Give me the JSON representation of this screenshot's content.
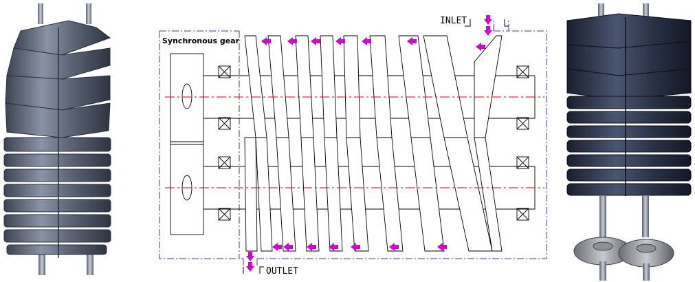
{
  "labels": {
    "inlet": "INLET",
    "outlet": "OUTLET",
    "gear": "Synchronous gear"
  },
  "colors": {
    "arrow": "#d400d4",
    "centerline": "#e00000",
    "frame": "#3a3aa0",
    "line": "#000000"
  },
  "photos": {
    "left": "twin-screw-rotor-photo",
    "right": "twin-screw-rotor-with-gears-photo"
  }
}
